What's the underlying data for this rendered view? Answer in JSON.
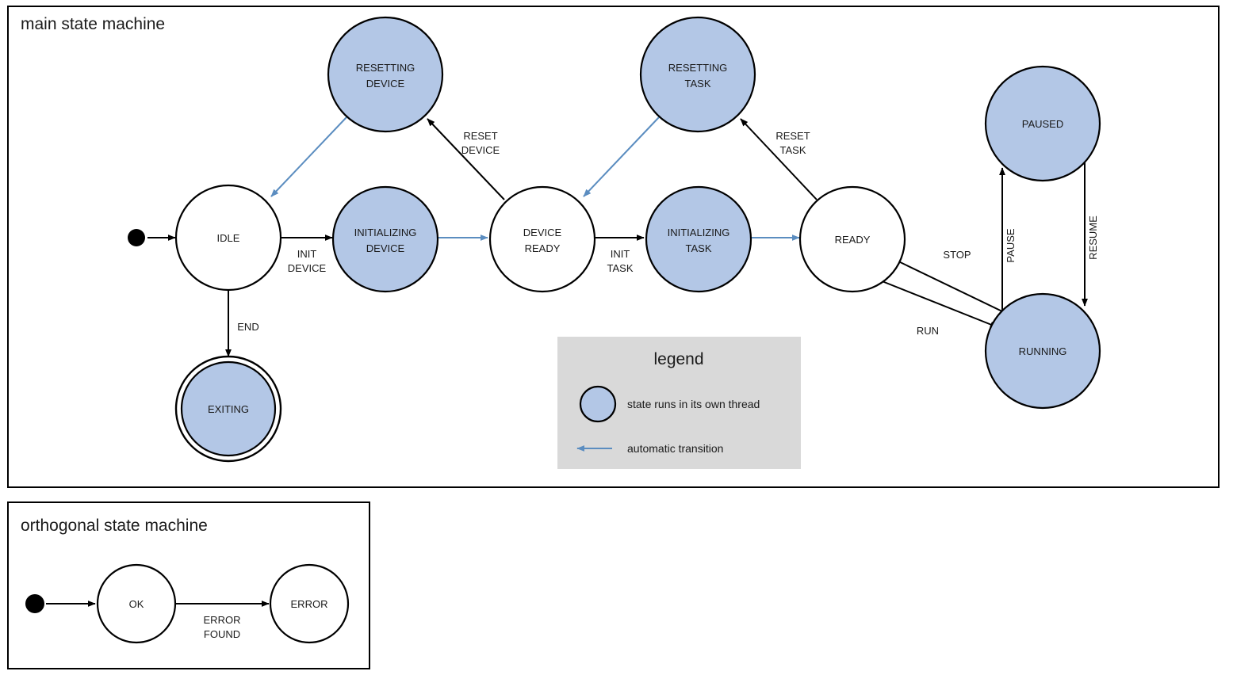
{
  "colors": {
    "thread_state_fill": "#b3c7e6",
    "plain_state_fill": "#ffffff",
    "stroke": "#000000",
    "auto_transition": "#5b8dc0",
    "legend_background": "#d9d9d9"
  },
  "main_machine": {
    "title": "main state machine",
    "states": {
      "idle": "IDLE",
      "initializing_device": {
        "line1": "INITIALIZING",
        "line2": "DEVICE"
      },
      "resetting_device": {
        "line1": "RESETTING",
        "line2": "DEVICE"
      },
      "device_ready": {
        "line1": "DEVICE",
        "line2": "READY"
      },
      "initializing_task": {
        "line1": "INITIALIZING",
        "line2": "TASK"
      },
      "resetting_task": {
        "line1": "RESETTING",
        "line2": "TASK"
      },
      "ready": "READY",
      "paused": "PAUSED",
      "running": "RUNNING",
      "exiting": "EXITING"
    },
    "transitions": {
      "init_device": {
        "line1": "INIT",
        "line2": "DEVICE"
      },
      "reset_device": {
        "line1": "RESET",
        "line2": "DEVICE"
      },
      "init_task": {
        "line1": "INIT",
        "line2": "TASK"
      },
      "reset_task": {
        "line1": "RESET",
        "line2": "TASK"
      },
      "end": "END",
      "stop": "STOP",
      "run": "RUN",
      "pause": "PAUSE",
      "resume": "RESUME"
    }
  },
  "legend": {
    "title": "legend",
    "thread_entry": "state runs in its own thread",
    "auto_entry": "automatic transition"
  },
  "orthogonal_machine": {
    "title": "orthogonal state machine",
    "states": {
      "ok": "OK",
      "error": "ERROR"
    },
    "transitions": {
      "error_found": {
        "line1": "ERROR",
        "line2": "FOUND"
      }
    }
  }
}
